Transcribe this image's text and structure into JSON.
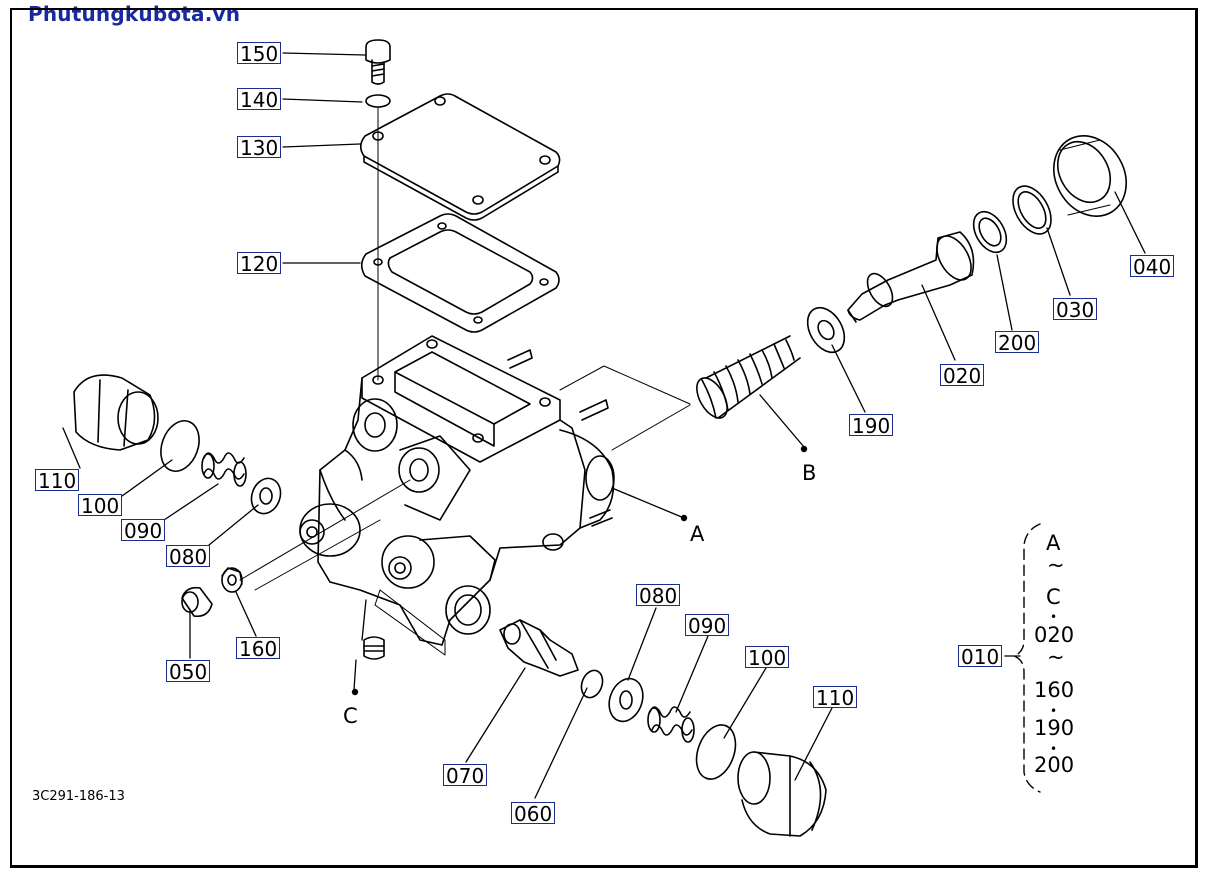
{
  "brand": {
    "text": "Phutungkubota.vn",
    "color": "#1a2a9c"
  },
  "drawing_code": "3C291-186-13",
  "callouts": {
    "c150": "150",
    "c140": "140",
    "c130": "130",
    "c120": "120",
    "c040": "040",
    "c030": "030",
    "c200": "200",
    "c020": "020",
    "c190": "190",
    "c110_left": "110",
    "c100_left": "100",
    "c090_left": "090",
    "c080_left": "080",
    "c050": "050",
    "c160": "160",
    "c080_right": "080",
    "c090_right": "090",
    "c100_right": "100",
    "c110_right": "110",
    "c070": "070",
    "c060": "060",
    "c010": "010"
  },
  "reference_points": {
    "a": "A",
    "b": "B",
    "c": "C"
  },
  "kit_list": {
    "items": [
      "A",
      "~",
      "C",
      "•",
      "020",
      "~",
      "160",
      "•",
      "190",
      "•",
      "200"
    ]
  },
  "colors": {
    "callout_border": "#1b2f8a",
    "line": "#000000"
  }
}
